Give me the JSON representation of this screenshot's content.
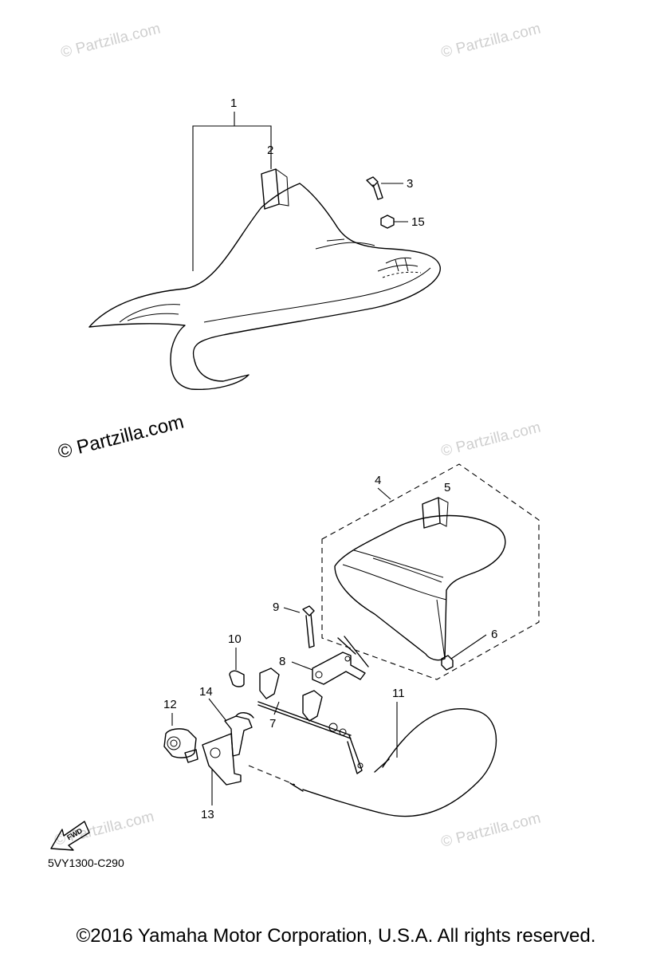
{
  "watermark": {
    "text": "© Partzilla.com"
  },
  "callouts": {
    "c1": "1",
    "c2": "2",
    "c3": "3",
    "c4": "4",
    "c5": "5",
    "c6": "6",
    "c7": "7",
    "c8": "8",
    "c9": "9",
    "c10": "10",
    "c11": "11",
    "c12": "12",
    "c13": "13",
    "c14": "14",
    "c15": "15"
  },
  "fwd_label": "FWD",
  "diagram_code": "5VY1300-C290",
  "copyright": "©2016 Yamaha Motor Corporation, U.S.A. All rights reserved."
}
